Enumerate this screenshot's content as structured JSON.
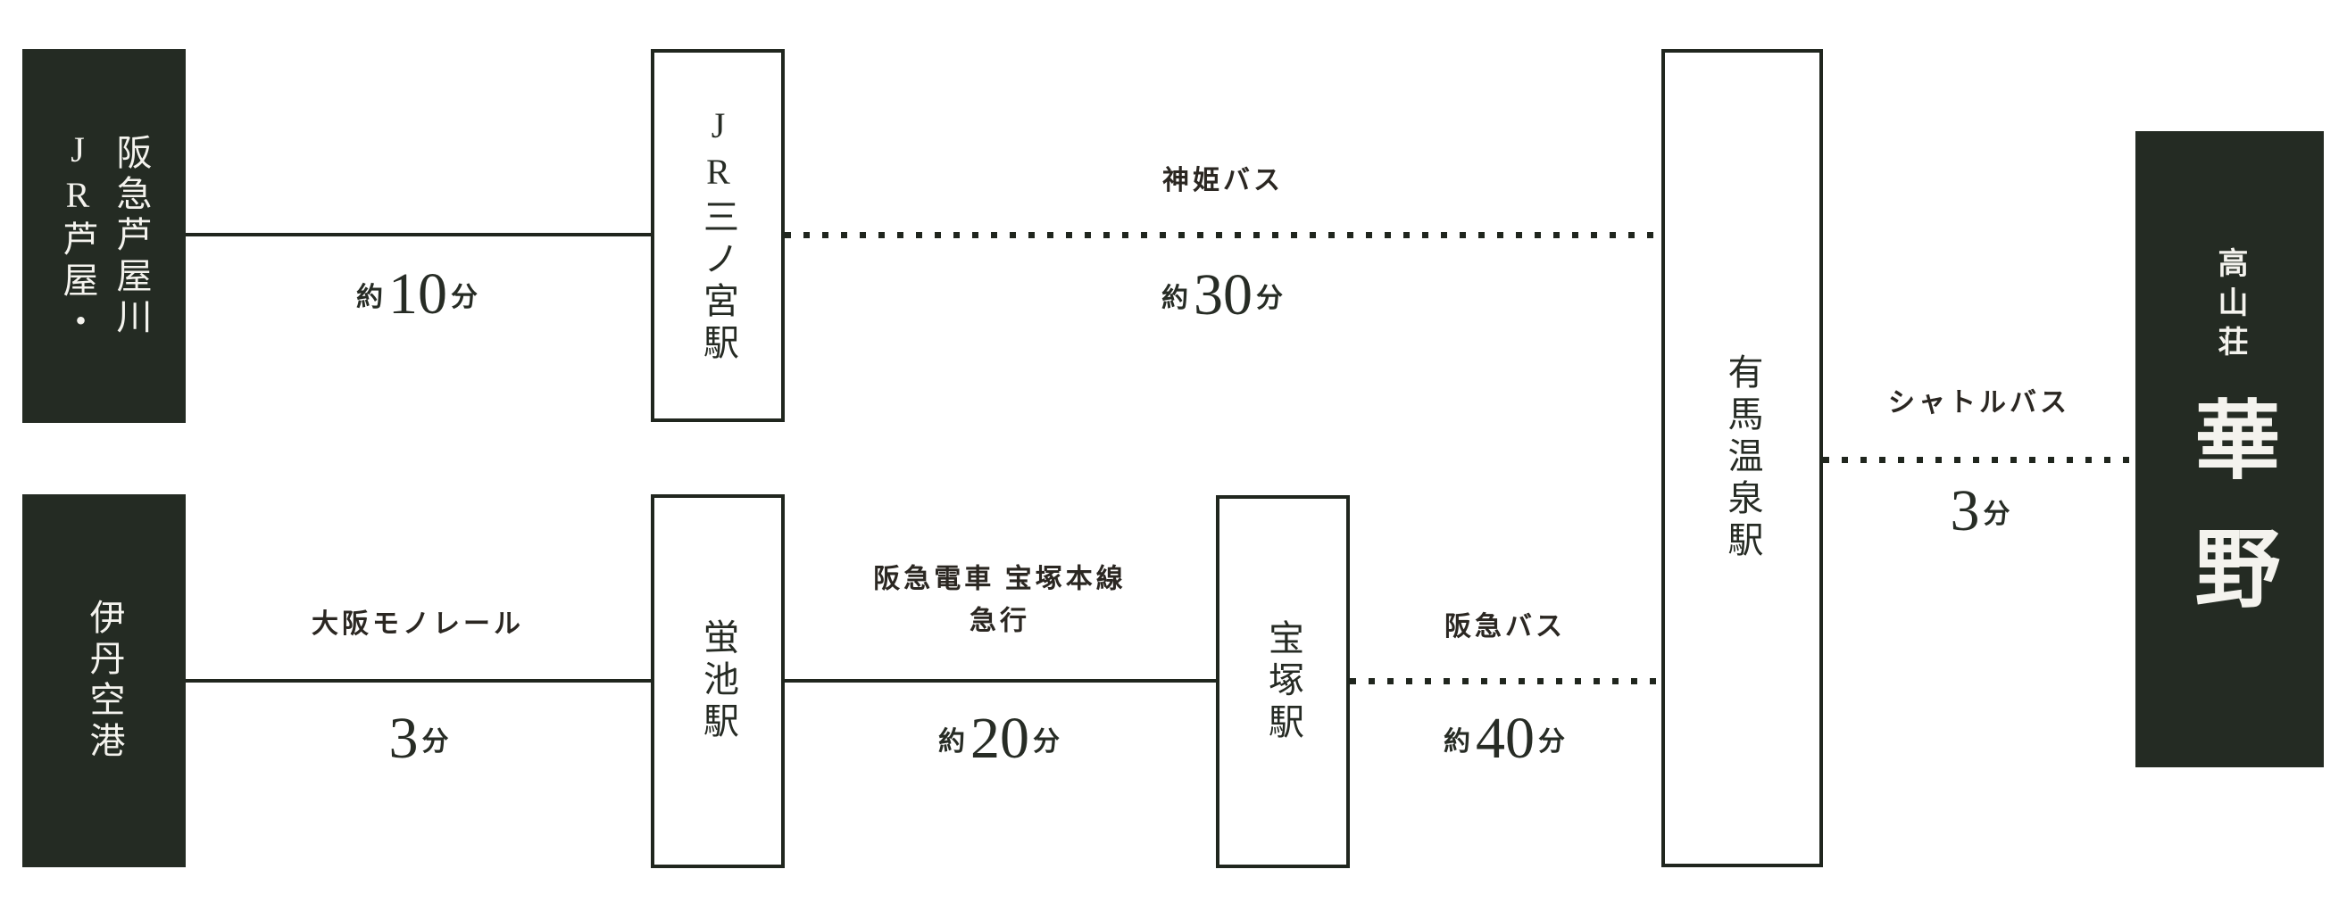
{
  "colors": {
    "background": "#ffffff",
    "box_fill_dark": "#242b23",
    "box_text_light": "#f4f3ee",
    "ink": "#20261e"
  },
  "terminals": {
    "ashiya": "阪急芦屋川\nJR芦屋・",
    "itami": "伊丹空港",
    "hanano_small": "高山荘",
    "hanano_large": "華野"
  },
  "stations": {
    "sannomiya": "JR三ノ宮駅",
    "hotarugaike": "蛍池駅",
    "takarazuka": "宝塚駅",
    "arima": "有馬温泉駅"
  },
  "routes": {
    "ashiya_to_sannomiya": {
      "transport": "",
      "dur_prefix": "約",
      "dur_number": "10",
      "dur_suffix": "分",
      "line": "solid"
    },
    "sannomiya_to_arima": {
      "transport": "神姫バス",
      "dur_prefix": "約",
      "dur_number": "30",
      "dur_suffix": "分",
      "line": "dotted"
    },
    "itami_to_hotarugaike": {
      "transport": "大阪モノレール",
      "dur_prefix": "",
      "dur_number": "3",
      "dur_suffix": "分",
      "line": "solid"
    },
    "hotarugaike_to_takarazuka": {
      "transport": "阪急電車 宝塚本線\n急行",
      "dur_prefix": "約",
      "dur_number": "20",
      "dur_suffix": "分",
      "line": "solid"
    },
    "takarazuka_to_arima": {
      "transport": "阪急バス",
      "dur_prefix": "約",
      "dur_number": "40",
      "dur_suffix": "分",
      "line": "dotted"
    },
    "arima_to_hanano": {
      "transport": "シャトルバス",
      "dur_prefix": "",
      "dur_number": "3",
      "dur_suffix": "分",
      "line": "dotted"
    }
  }
}
